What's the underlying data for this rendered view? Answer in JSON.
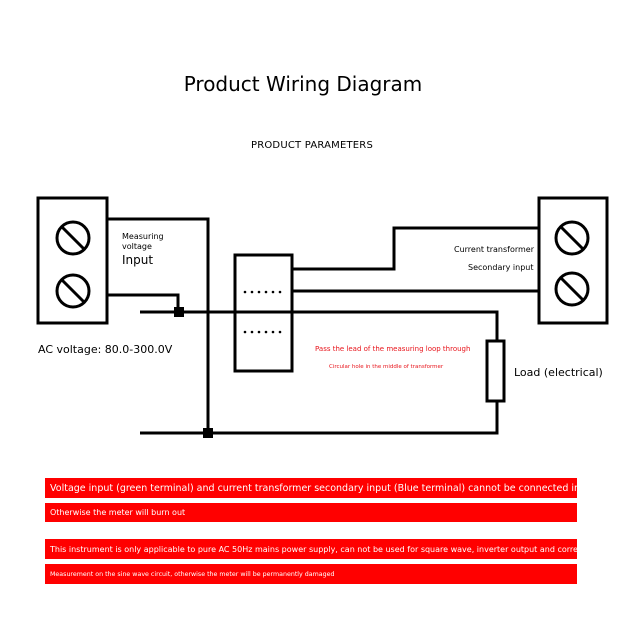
{
  "title": "Product Wiring Diagram",
  "subtitle": "PRODUCT PARAMETERS",
  "labels": {
    "measuring_voltage_1": "Measuring",
    "measuring_voltage_2": "voltage",
    "input": "Input",
    "ac_voltage": "AC voltage: 80.0-300.0V",
    "current_transformer": "Current transformer",
    "secondary_input": "Secondary input",
    "pass_lead": "Pass the lead of the measuring loop through",
    "circular_hole": "Circular hole in the middle of transformer",
    "load": "Load (electrical)"
  },
  "warnings": [
    "Voltage input (green terminal) and current transformer secondary input (Blue terminal) cannot be connected incorrectly",
    "Otherwise the meter will burn out",
    "This instrument is only applicable to pure AC 50Hz mains power supply, can not be used for square wave, inverter output and correction",
    "Measurement on the sine wave circuit, otherwise the meter will be permanently damaged"
  ],
  "colors": {
    "banner": "#ff0000",
    "red_text": "#e8141b"
  }
}
